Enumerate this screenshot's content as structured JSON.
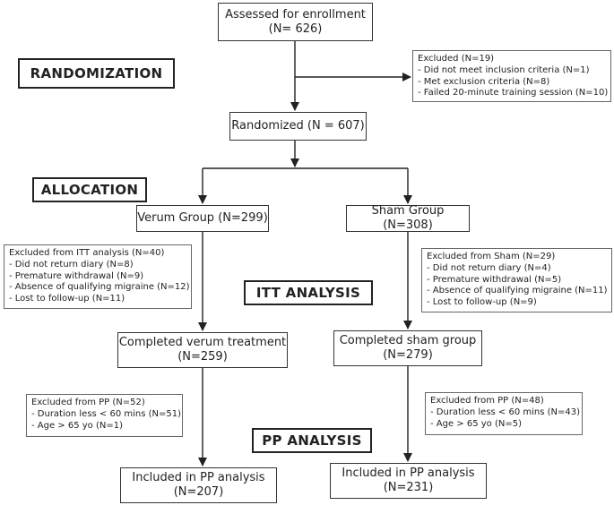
{
  "phases": {
    "randomization": "RANDOMIZATION",
    "allocation": "ALLOCATION",
    "itt": "ITT ANALYSIS",
    "pp": "PP ANALYSIS"
  },
  "assessed": {
    "line1": "Assessed for enrollment",
    "line2": "(N= 626)"
  },
  "excluded_enrollment": {
    "title": "Excluded  (N=19)",
    "items": [
      "- Did not meet inclusion criteria (N=1)",
      "- Met exclusion criteria (N=8)",
      "- Failed 20-minute training session (N=10)"
    ]
  },
  "randomized": {
    "label": "Randomized (N = 607)"
  },
  "verum_group": {
    "label": "Verum Group (N=299)"
  },
  "sham_group": {
    "label": "Sham Group (N=308)"
  },
  "excluded_itt_verum": {
    "title": "Excluded from ITT analysis (N=40)",
    "items": [
      "- Did not return diary (N=8)",
      "- Premature withdrawal (N=9)",
      "- Absence of qualifying migraine (N=12)",
      "- Lost to follow-up (N=11)"
    ]
  },
  "excluded_sham": {
    "title": "Excluded from Sham (N=29)",
    "items": [
      "- Did not return diary (N=4)",
      "- Premature withdrawal (N=5)",
      "- Absence of qualifying migraine (N=11)",
      "- Lost to follow-up (N=9)"
    ]
  },
  "completed_verum": {
    "line1": "Completed verum treatment",
    "line2": "(N=259)"
  },
  "completed_sham": {
    "line1": "Completed sham group",
    "line2": "(N=279)"
  },
  "excluded_pp_verum": {
    "title": "Excluded from PP (N=52)",
    "items": [
      "- Duration less < 60 mins (N=51)",
      "- Age > 65 yo (N=1)"
    ]
  },
  "excluded_pp_sham": {
    "title": "Excluded from PP (N=48)",
    "items": [
      "- Duration less < 60 mins (N=43)",
      "- Age > 65 yo (N=5)"
    ]
  },
  "included_pp_verum": {
    "line1": "Included in PP analysis",
    "line2": "(N=207)"
  },
  "included_pp_sham": {
    "line1": "Included in PP analysis",
    "line2": "(N=231)"
  }
}
